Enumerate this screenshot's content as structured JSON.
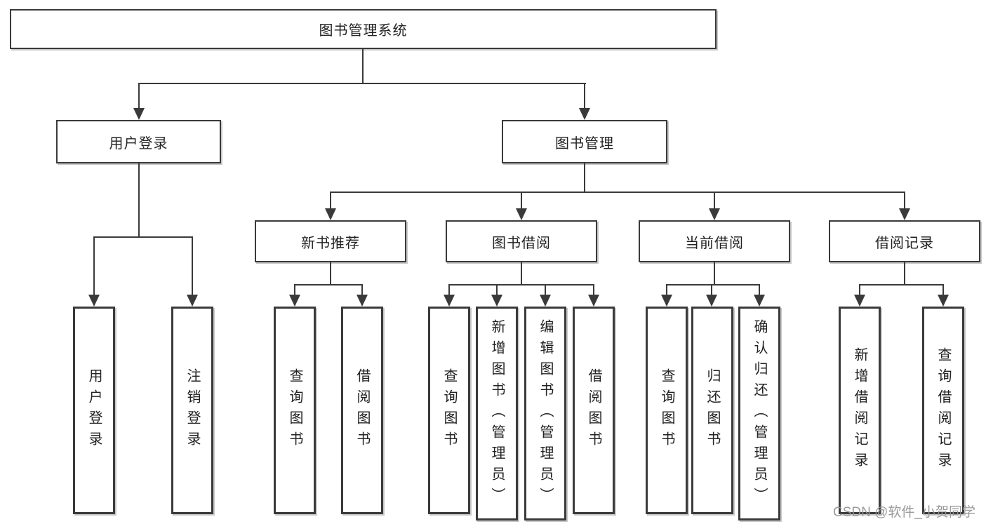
{
  "diagram_type": "hierarchy-tree",
  "colors": {
    "line": "#3a3a3a",
    "box_border": "#3a3a3a",
    "box_fill": "#ffffff",
    "text": "#222222",
    "watermark": "#969696"
  },
  "tree": {
    "root": {
      "label": "图书管理系统",
      "children": [
        {
          "label": "用户登录",
          "children": [
            {
              "label": "用户登录"
            },
            {
              "label": "注销登录"
            }
          ]
        },
        {
          "label": "图书管理",
          "children": [
            {
              "label": "新书推荐",
              "children": [
                {
                  "label": "查询图书"
                },
                {
                  "label": "借阅图书"
                }
              ]
            },
            {
              "label": "图书借阅",
              "children": [
                {
                  "label": "查询图书"
                },
                {
                  "label": "新增图书（管理员）"
                },
                {
                  "label": "编辑图书（管理员）"
                },
                {
                  "label": "借阅图书"
                }
              ]
            },
            {
              "label": "当前借阅",
              "children": [
                {
                  "label": "查询图书"
                },
                {
                  "label": "归还图书"
                },
                {
                  "label": "确认归还（管理员）"
                }
              ]
            },
            {
              "label": "借阅记录",
              "children": [
                {
                  "label": "新增借阅记录"
                },
                {
                  "label": "查询借阅记录"
                }
              ]
            }
          ]
        }
      ]
    }
  },
  "watermark": {
    "text": "CSDN @软件_小贺同学"
  }
}
